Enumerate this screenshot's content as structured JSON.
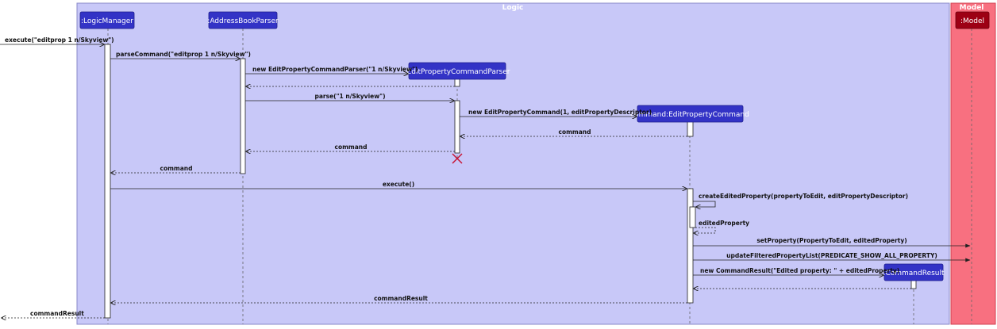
{
  "colors": {
    "logic_box": "#c8c8f8",
    "logic_border": "#8888c8",
    "model_box": "#f87080",
    "model_border": "#d04050",
    "participant_logic": "#3333c6",
    "participant_model": "#9d0014",
    "participant_text": "#ffffff",
    "line": "#222222",
    "destroy": "#c8102e"
  },
  "boxes": {
    "logic": "Logic",
    "model": "Model"
  },
  "participants": [
    {
      "id": "logicmanager",
      "label": ":LogicManager",
      "group": "logic"
    },
    {
      "id": "addressbookparser",
      "label": ":AddressBookParser",
      "group": "logic"
    },
    {
      "id": "editpropcmdparser",
      "label": ":EditPropertyCommandParser",
      "group": "logic"
    },
    {
      "id": "editpropcmd",
      "label": "command:EditPropertyCommand",
      "group": "logic"
    },
    {
      "id": "commandresult",
      "label": ":CommandResult",
      "group": "logic"
    },
    {
      "id": "model",
      "label": ":Model",
      "group": "model"
    }
  ],
  "messages": [
    {
      "id": "m1",
      "label": "execute(\"editprop 1 n/Skyview\")",
      "kind": "sync"
    },
    {
      "id": "m2",
      "label": "parseCommand(\"editprop 1 n/Skyview\")",
      "kind": "sync"
    },
    {
      "id": "m3",
      "label": "new EditPropertyCommandParser(\"1 n/Skyview\")",
      "kind": "create"
    },
    {
      "id": "m4",
      "label": "",
      "kind": "return"
    },
    {
      "id": "m5",
      "label": "parse(\"1 n/Skyview\")",
      "kind": "sync"
    },
    {
      "id": "m6",
      "label": "new EditPropertyCommand(1, editPropertyDescriptor)",
      "kind": "create"
    },
    {
      "id": "m7",
      "label": "command",
      "kind": "return"
    },
    {
      "id": "m8",
      "label": "command",
      "kind": "return"
    },
    {
      "id": "m9",
      "label": "command",
      "kind": "return"
    },
    {
      "id": "m10",
      "label": "execute()",
      "kind": "sync"
    },
    {
      "id": "m11",
      "label": "createEditedProperty(propertyToEdit, editPropertyDescriptor)",
      "kind": "self"
    },
    {
      "id": "m12",
      "label": "editedProperty",
      "kind": "return"
    },
    {
      "id": "m13",
      "label": "setProperty(PropertyToEdit, editedProperty)",
      "kind": "sync"
    },
    {
      "id": "m14",
      "label": "updateFilteredPropertyList(PREDICATE_SHOW_ALL_PROPERTY)",
      "kind": "sync"
    },
    {
      "id": "m15",
      "label": "new CommandResult(\"Edited property: \" + editedProperty)",
      "kind": "create"
    },
    {
      "id": "m16",
      "label": "",
      "kind": "return"
    },
    {
      "id": "m17",
      "label": "commandResult",
      "kind": "return"
    },
    {
      "id": "m18",
      "label": "commandResult",
      "kind": "return"
    }
  ]
}
